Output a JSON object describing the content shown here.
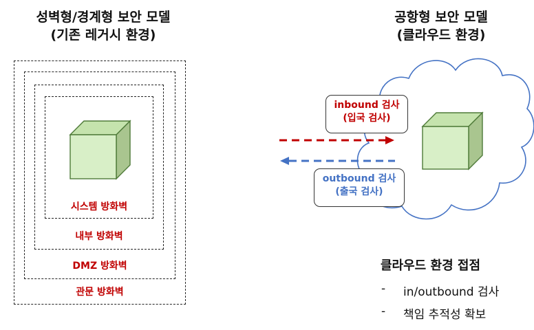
{
  "left": {
    "title_line1": "성벽형/경계형 보안 모델",
    "title_line2": "(기존 레거시 환경)",
    "layers": {
      "inner": "시스템 방화벽",
      "internal": "내부 방화벽",
      "dmz": "DMZ 방화벽",
      "gateway": "관문 방화벽"
    }
  },
  "right": {
    "title_line1": "공항형 보안 모델",
    "title_line2": "(클라우드 환경)",
    "inbound": {
      "line1": "inbound 검사",
      "line2": "(입국 검사)"
    },
    "outbound": {
      "line1": "outbound 검사",
      "line2": "(출국 검사)"
    },
    "points_title": "클라우드 환경 접점",
    "points": [
      {
        "dash": "-",
        "text": "in/outbound 검사"
      },
      {
        "dash": "-",
        "text": "책임 추적성 확보"
      }
    ]
  },
  "colors": {
    "firewall_label": "#c00000",
    "inbound_arrow": "#c00000",
    "outbound_arrow": "#4472c4",
    "cube_front": "#d8efc7",
    "cube_top": "#c5e3ad",
    "cube_side": "#a9c58f",
    "cube_edge": "#4e7a38",
    "cloud_edge": "#4472c4"
  }
}
